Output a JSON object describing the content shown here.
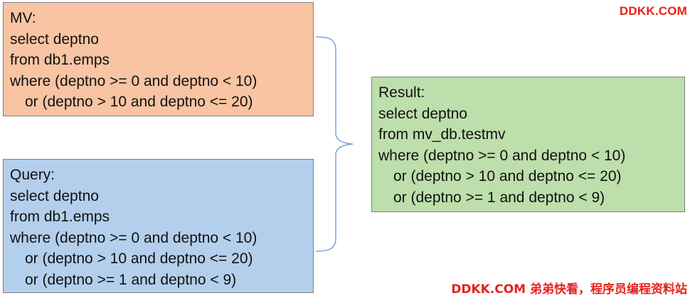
{
  "colors": {
    "mv_box": "#f8c4a3",
    "query_box": "#b4cfec",
    "result_box": "#bddfab",
    "brace": "#7aa3d6",
    "watermark": "#e8211c"
  },
  "mv": {
    "title": "MV:",
    "lines": [
      "select deptno",
      "from db1.emps",
      "where (deptno >= 0 and deptno < 10)",
      "or (deptno > 10 and deptno <= 20)"
    ]
  },
  "query": {
    "title": "Query:",
    "lines": [
      "select deptno",
      "from db1.emps",
      "where (deptno >= 0 and deptno < 10)",
      "or (deptno > 10 and deptno <= 20)",
      "or (deptno >= 1 and deptno < 9)"
    ]
  },
  "result": {
    "title": "Result:",
    "lines": [
      "select deptno",
      "from mv_db.testmv",
      "where (deptno >= 0 and deptno < 10)",
      "or (deptno > 10 and deptno <= 20)",
      "or (deptno >= 1 and deptno < 9)"
    ]
  },
  "watermark_top": "DDKK.COM",
  "watermark_bottom": "DDKK.COM 弟弟快看，程序员编程资料站",
  "brace_icon": "right-curly-brace"
}
